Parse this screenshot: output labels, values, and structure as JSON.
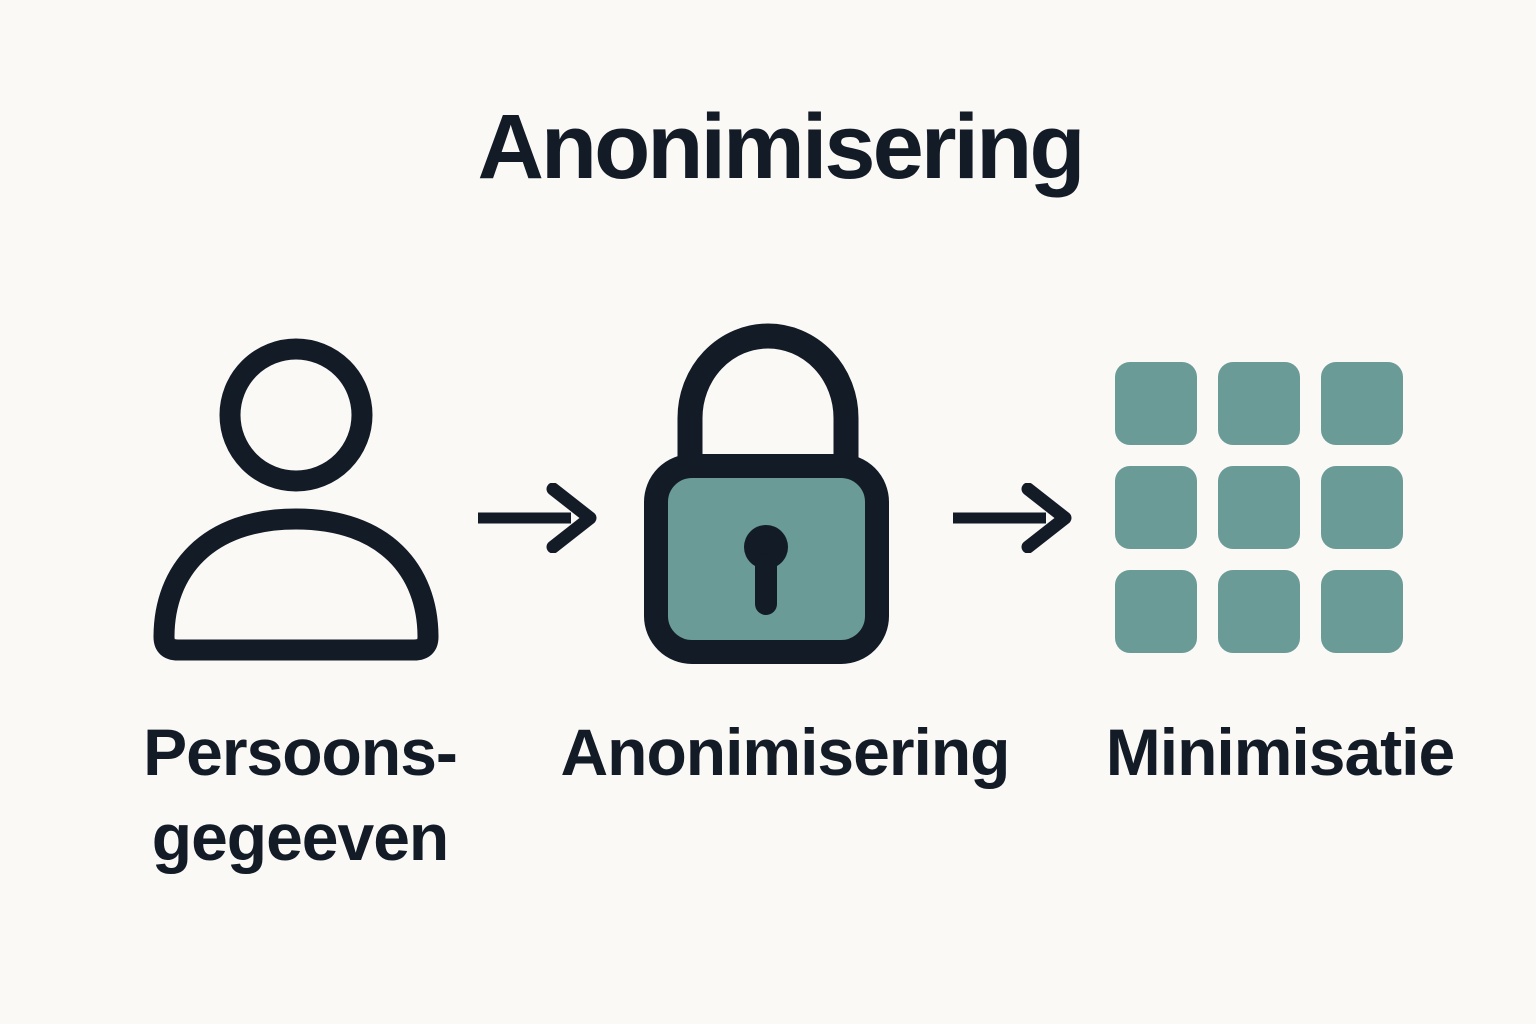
{
  "title": "Anonimisering",
  "steps": [
    {
      "id": "persoonsgegeeven",
      "icon": "person-icon",
      "label_line1": "Persoons-",
      "label_line2": "gegeeven"
    },
    {
      "id": "anonimisering",
      "icon": "lock-icon",
      "label": "Anonimisering"
    },
    {
      "id": "minimisatie",
      "icon": "grid-icon",
      "label": "Minimisatie"
    }
  ],
  "connectors": [
    "right-arrow",
    "right-arrow"
  ],
  "colors": {
    "background": "#faf9f6",
    "ink": "#121b26",
    "teal": "#6b9b97"
  }
}
